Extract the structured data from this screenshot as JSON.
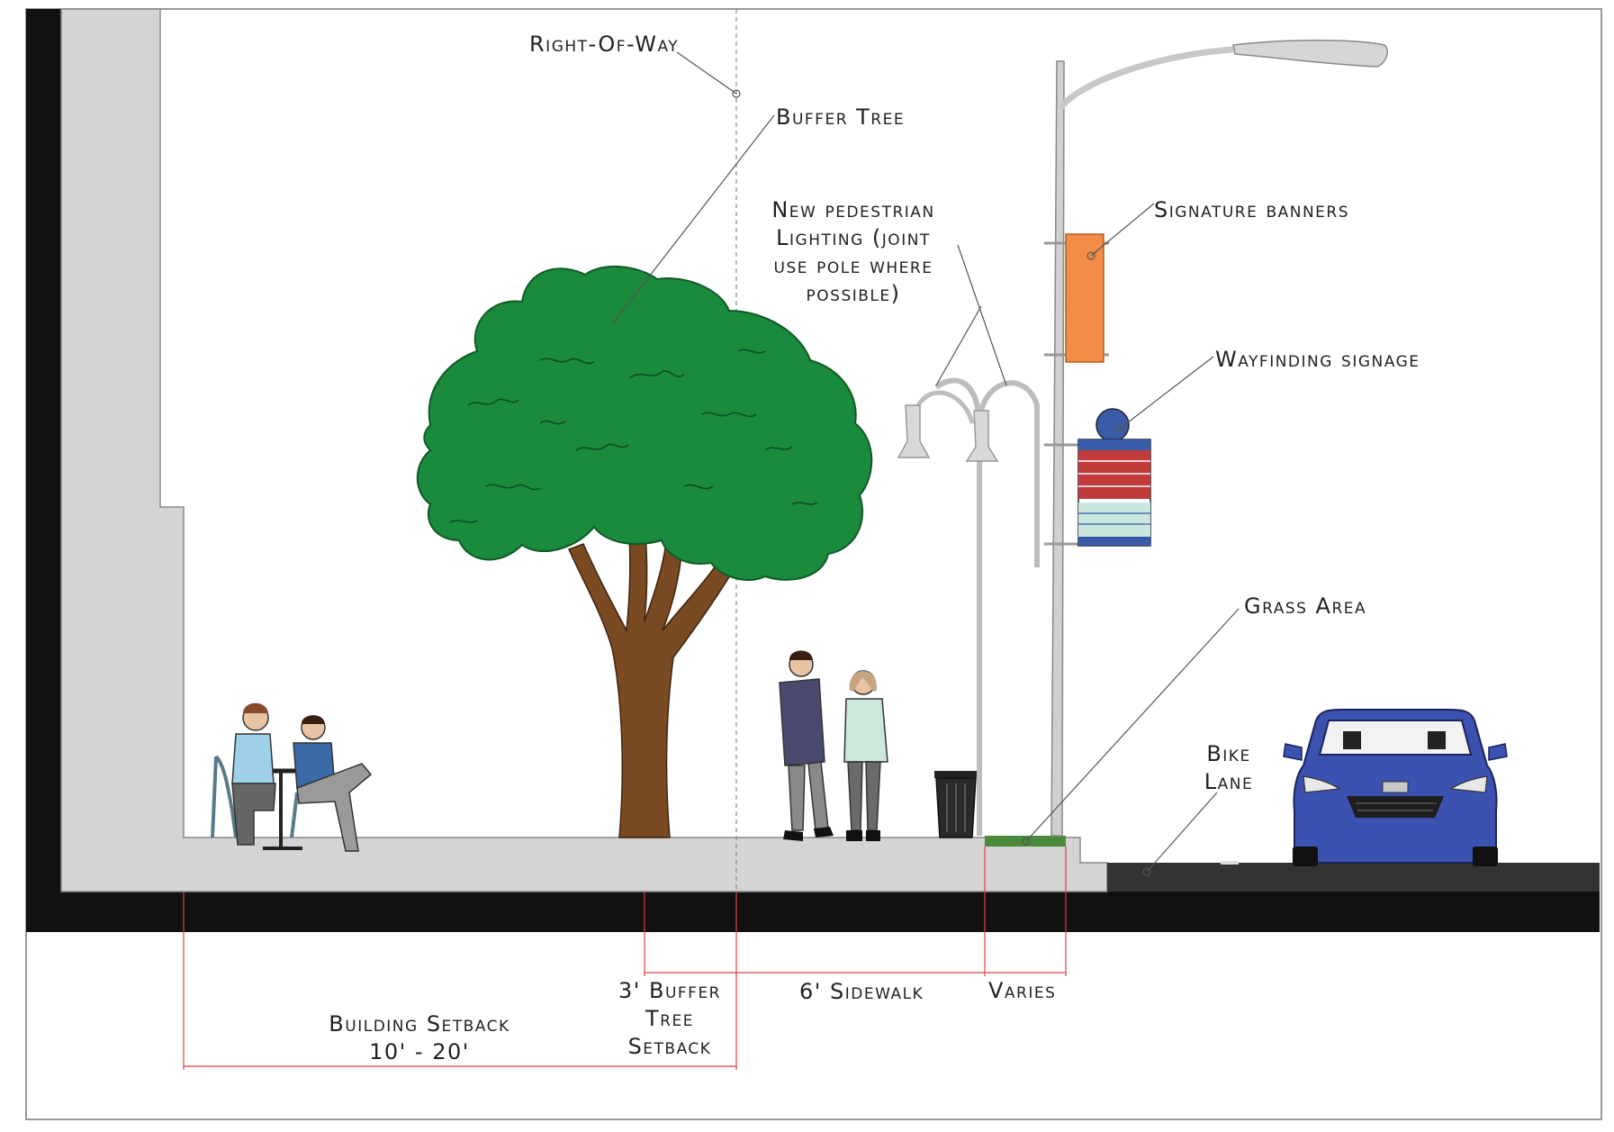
{
  "title": "",
  "colors": {
    "frame": "#111111",
    "building": "#d4d4d4",
    "sidewalk": "#d4d4d4",
    "road": "#333333",
    "tree_canopy": "#1a8a3c",
    "tree_trunk": "#7a4a22",
    "dimension_line": "#e04040",
    "signature_banner": "#f28c46",
    "wayfinding_red": "#c23b3b",
    "wayfinding_light": "#c9e7df",
    "wayfinding_blue": "#3a5ca8",
    "car": "#3b52b0",
    "grass": "#4a8a3a"
  },
  "labels": {
    "right_of_way": "Right-Of-Way",
    "buffer_tree": "Buffer Tree",
    "pedestrian_lighting": [
      "New pedestrian",
      "Lighting (joint",
      "use pole where",
      "possible)"
    ],
    "signature_banners": "Signature banners",
    "wayfinding_signage": "Wayfinding signage",
    "grass_area": "Grass Area",
    "bike_lane": [
      "Bike",
      "Lane"
    ]
  },
  "dimensions": {
    "building_setback": [
      "Building Setback",
      "10' - 20'"
    ],
    "buffer_tree_setback": [
      "3' Buffer",
      "Tree",
      "Setback"
    ],
    "sidewalk": "6' Sidewalk",
    "varies": "Varies"
  }
}
